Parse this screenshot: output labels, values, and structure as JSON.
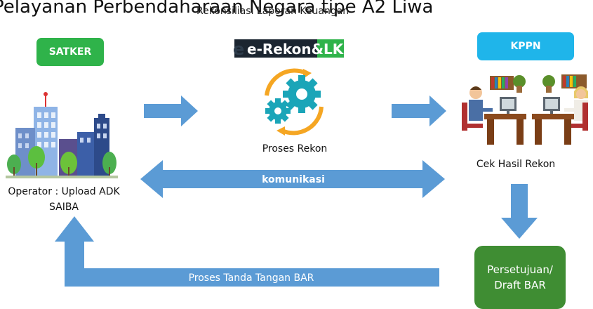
{
  "header": {
    "title": "Pelayanan Perbendaharaan Negara tipe A2 Liwa",
    "subtitle": "Rekonsiliasi Laporan Keuangan"
  },
  "logo": {
    "text": "e-Rekon&LK"
  },
  "satker": {
    "label": "SATKER",
    "caption": "Operator : Upload ADK SAIBA"
  },
  "center": {
    "caption": "Proses Rekon"
  },
  "kppn": {
    "label": "KPPN",
    "caption": "Cek Hasil Rekon"
  },
  "arrows": {
    "communication": "komunikasi",
    "signature": "Proses Tanda Tangan BAR"
  },
  "approval": {
    "label": "Persetujuan/ Draft BAR"
  },
  "colors": {
    "arrow": "#5b9bd5",
    "satker": "#2fb34a",
    "kppn": "#1fb5ea",
    "approval": "#3f8d33",
    "gear_teal": "#1aa5b8",
    "gear_orange": "#f5a623"
  }
}
